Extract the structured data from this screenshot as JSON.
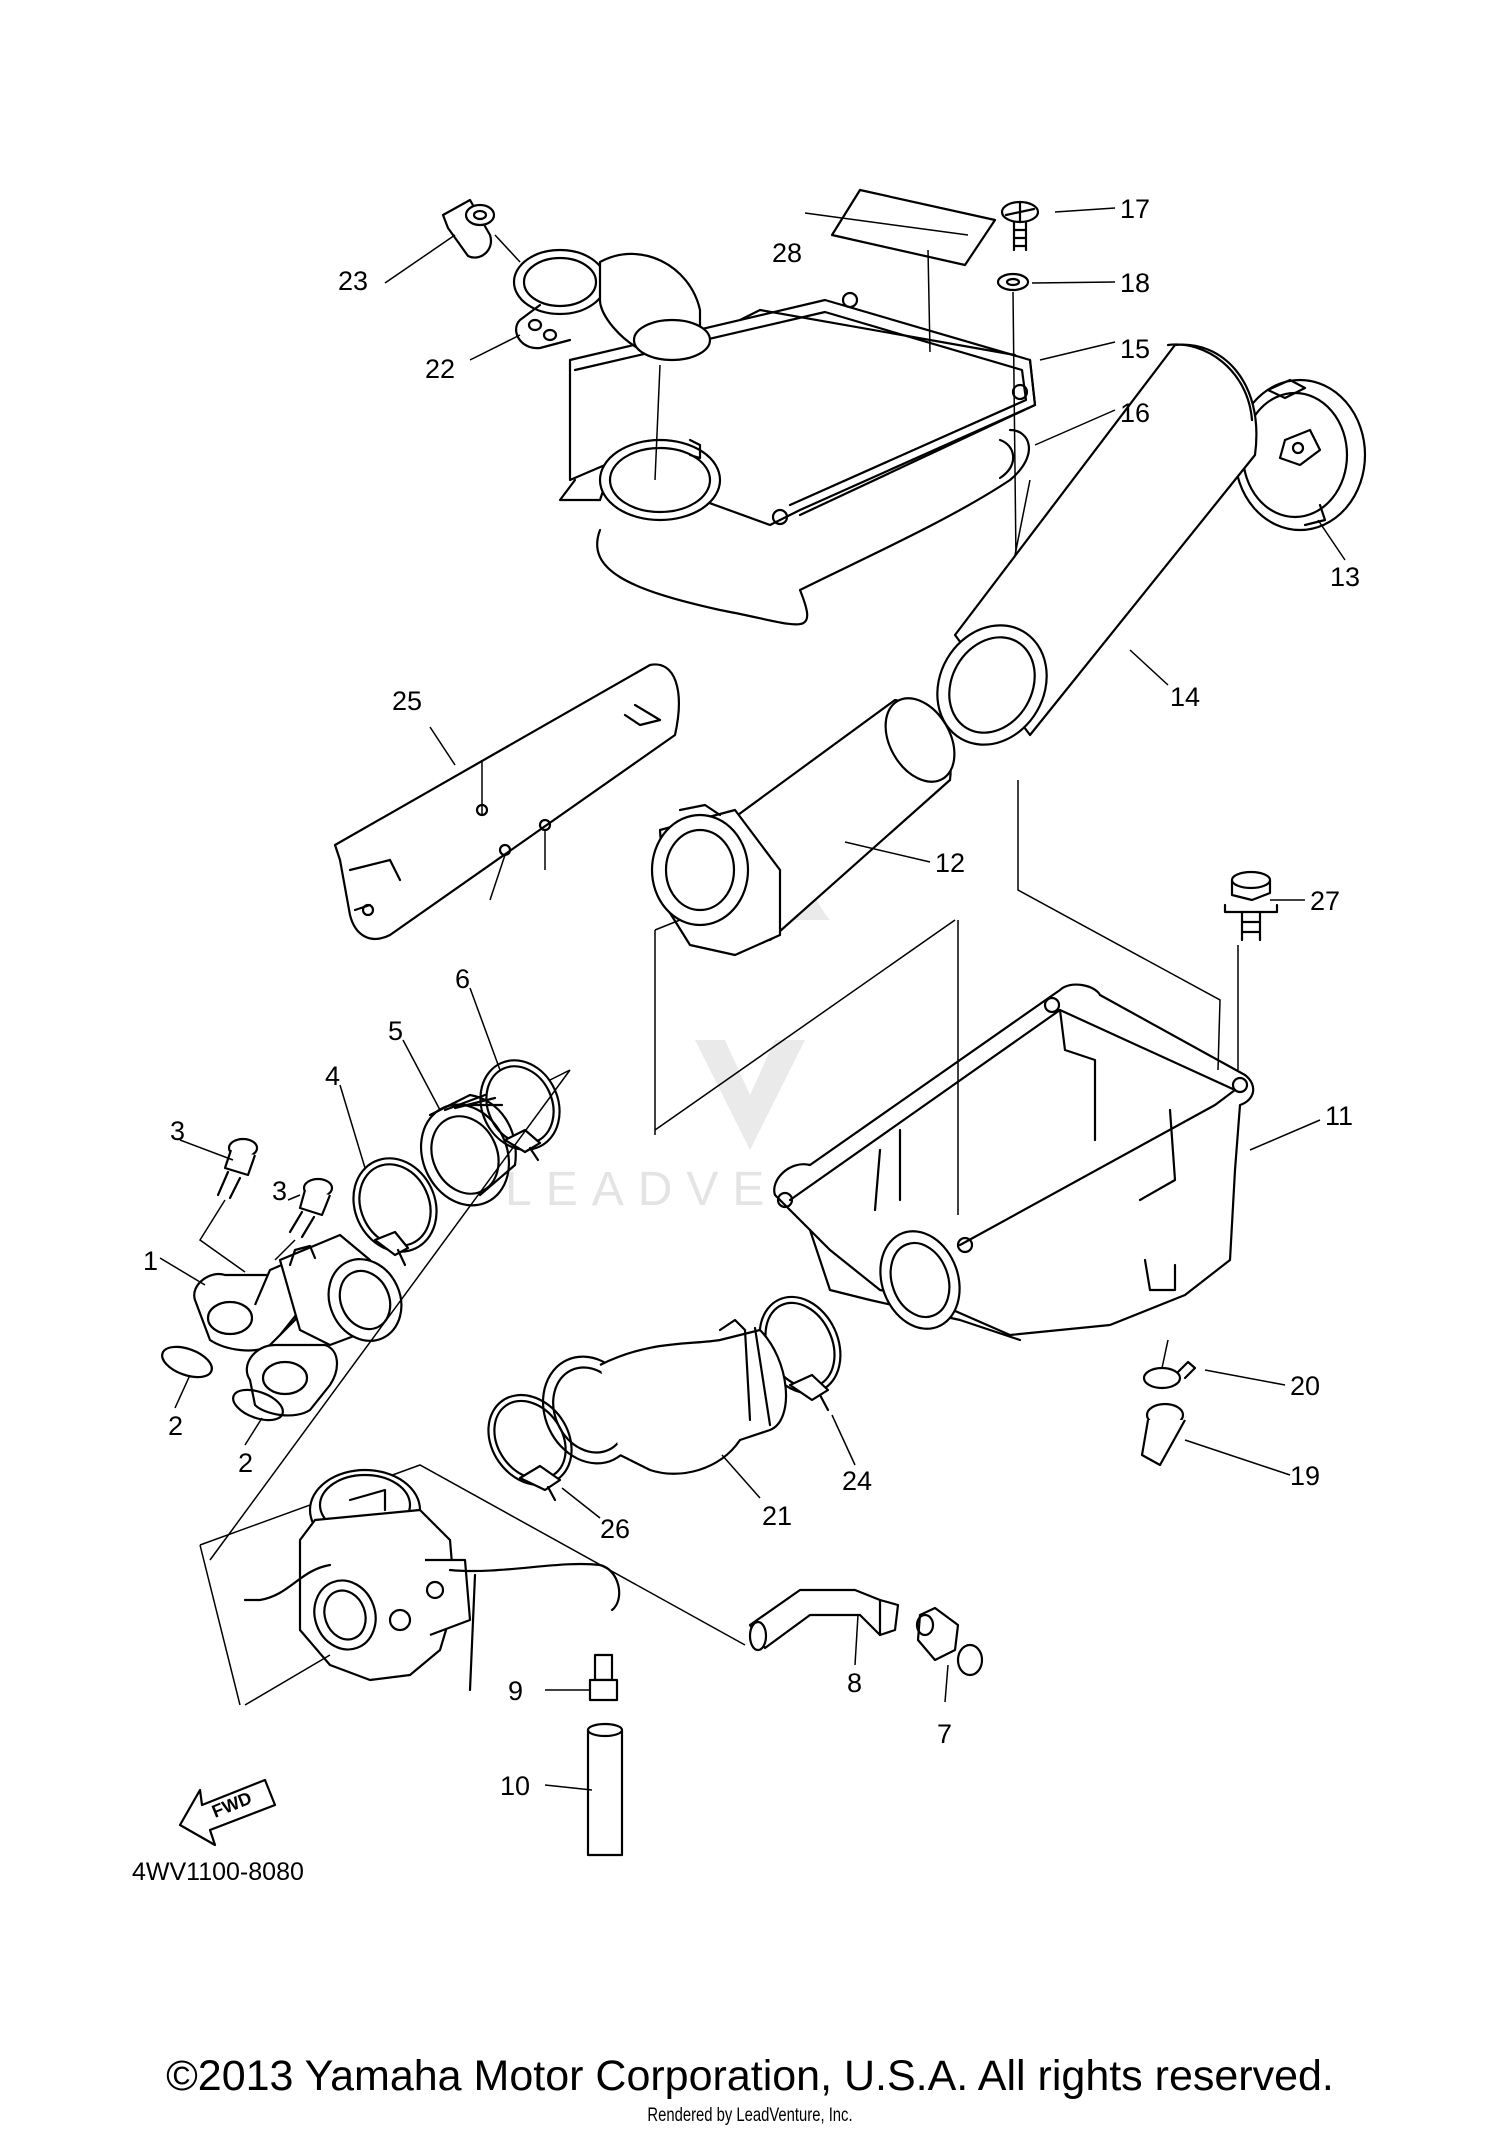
{
  "diagram": {
    "part_code": "4WV1100-8080",
    "fwd_label": "FWD",
    "watermark": "LEADVENTURE",
    "callouts": {
      "c1": "1",
      "c2a": "2",
      "c2b": "2",
      "c3a": "3",
      "c3b": "3",
      "c4": "4",
      "c5": "5",
      "c6": "6",
      "c7": "7",
      "c8": "8",
      "c9": "9",
      "c10": "10",
      "c11": "11",
      "c12": "12",
      "c13": "13",
      "c14": "14",
      "c15": "15",
      "c16": "16",
      "c17": "17",
      "c18": "18",
      "c19": "19",
      "c20": "20",
      "c21": "21",
      "c22": "22",
      "c23": "23",
      "c24": "24",
      "c25": "25",
      "c26": "26",
      "c27": "27",
      "c28": "28"
    }
  },
  "footer": {
    "copyright": "©2013 Yamaha Motor Corporation, U.S.A. All rights reserved.",
    "render_note": "Rendered by LeadVenture, Inc."
  }
}
